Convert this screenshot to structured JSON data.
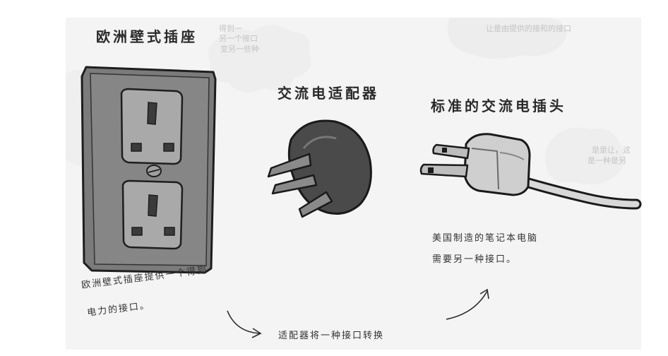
{
  "labels": {
    "outlet_title": "欧洲壁式插座",
    "adapter_title": "交流电适配器",
    "plug_title": "标准的交流电插头"
  },
  "captions": {
    "outlet_line1": "欧洲壁式插座提供一个得到",
    "outlet_line2": "电力的接口。",
    "laptop_line1": "美国制造的笔记本电脑",
    "laptop_line2": "需要另一种接口。",
    "adapter_caption": "适配器将一种接口转换"
  },
  "background_text": {
    "top_center_line1": "得到一",
    "top_center_line2": "另一个接口",
    "top_center_line3": "变另一些种",
    "top_right": "让是由提供的接和的接口",
    "right_middle_line1": "是是让，这",
    "right_middle_line2": "是一种是另"
  },
  "colors": {
    "ink": "#2a2a2a",
    "outlet_plate": "#7b7b7b",
    "outlet_face": "#a9a9a9",
    "adapter_body": "#4a4a4a",
    "plug_body": "#cfcfcf",
    "paper": "#f4f4f4"
  }
}
